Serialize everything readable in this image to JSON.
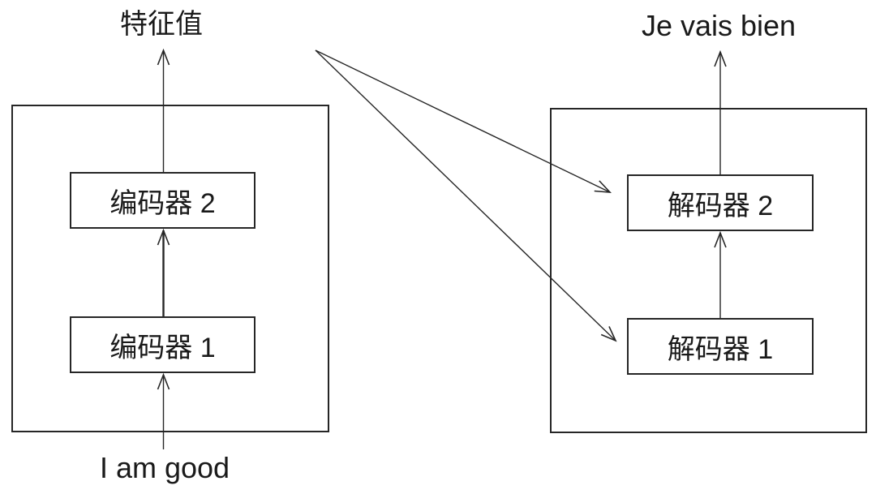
{
  "diagram": {
    "encoder": {
      "input_label": "I am good",
      "output_label": "特征值",
      "block1_label": "编码器 1",
      "block2_label": "编码器 2"
    },
    "decoder": {
      "output_label": "Je vais bien",
      "block1_label": "解码器 1",
      "block2_label": "解码器 2"
    },
    "colors": {
      "background": "#ffffff",
      "line": "#262626",
      "text": "#1a1a1a"
    }
  }
}
